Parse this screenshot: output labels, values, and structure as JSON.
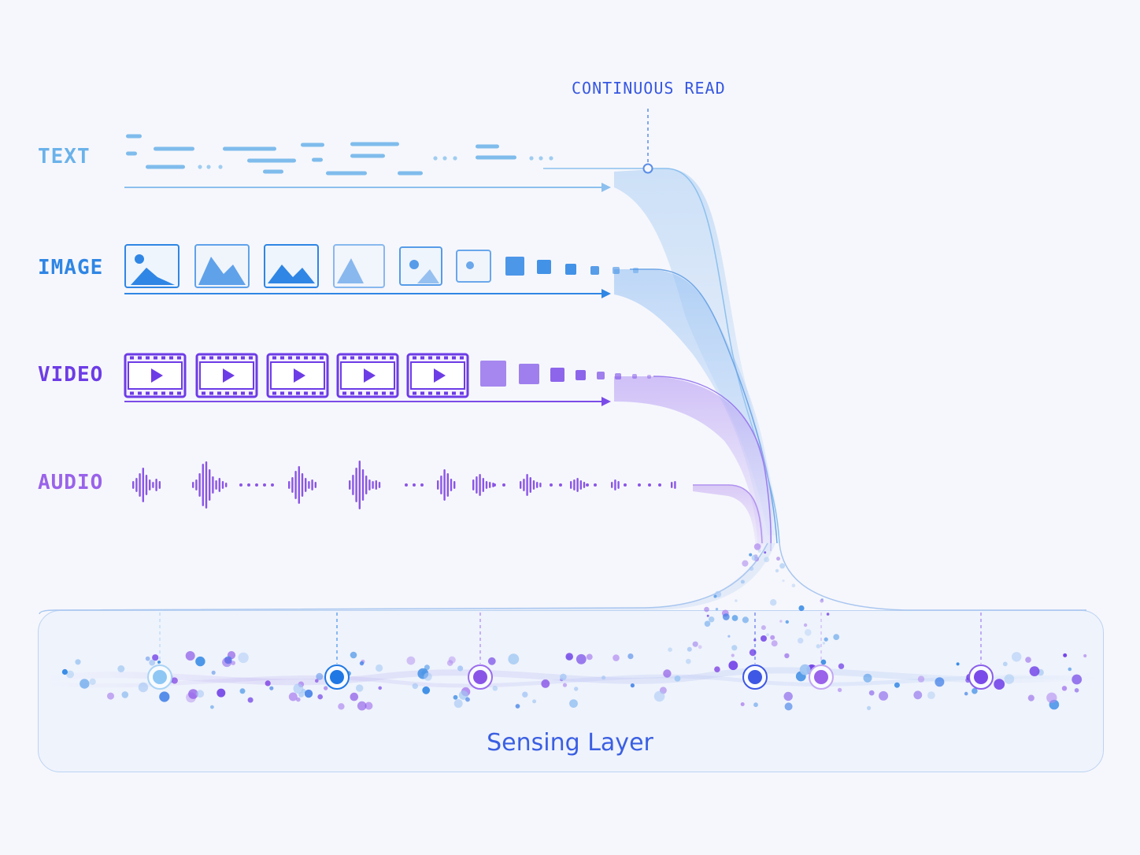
{
  "labels": {
    "text": "TEXT",
    "image": "IMAGE",
    "video": "VIDEO",
    "audio": "AUDIO",
    "continuous_read": "CONTINUOUS READ",
    "sensing_layer": "Sensing Layer"
  },
  "colors": {
    "text": "#6ab2ea",
    "image": "#2f86e4",
    "video": "#6d3ce6",
    "audio": "#9a63ea",
    "accent": "#3657e0",
    "sensing": "#3a5fe2"
  },
  "icons": {
    "image_frame": "image-thumbnail-icon",
    "video_frame": "film-frame-play-icon",
    "audio": "waveform-icon"
  }
}
